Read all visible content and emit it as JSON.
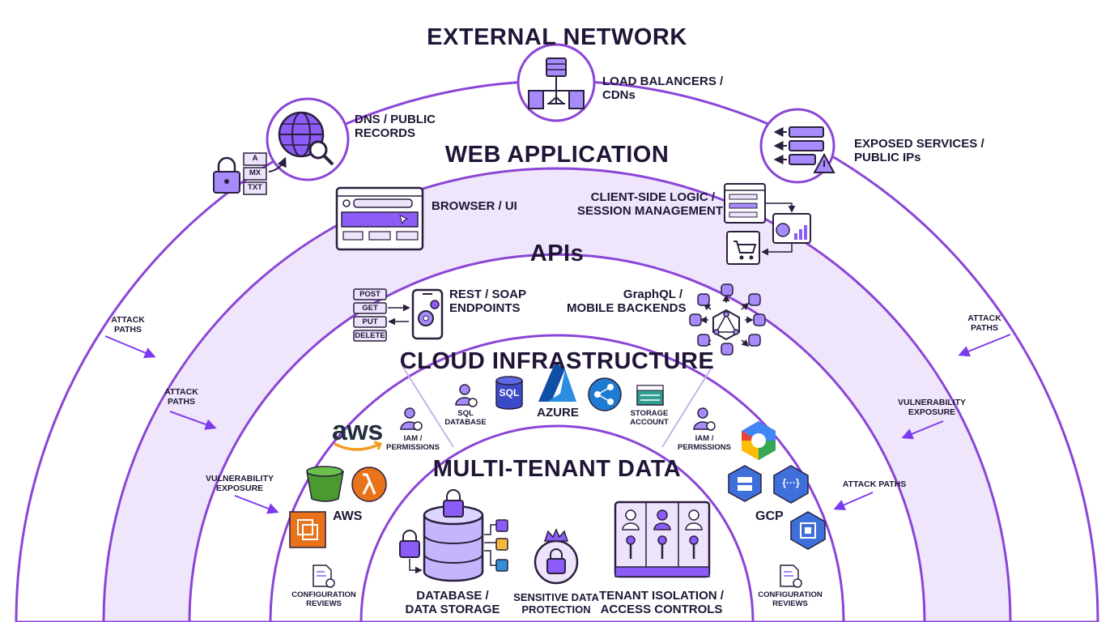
{
  "layers": {
    "external_network": {
      "title": "EXTERNAL NETWORK"
    },
    "web_application": {
      "title": "WEB APPLICATION"
    },
    "apis": {
      "title": "APIs"
    },
    "cloud_infrastructure": {
      "title": "CLOUD INFRASTRUCTURE"
    },
    "multi_tenant_data": {
      "title": "MULTI-TENANT DATA"
    }
  },
  "external": {
    "dns": {
      "line1": "DNS / PUBLIC",
      "line2": "RECORDS",
      "records": [
        "A",
        "MX",
        "TXT"
      ]
    },
    "load_balancers": {
      "line1": "LOAD BALANCERS /",
      "line2": "CDNs"
    },
    "exposed_services": {
      "line1": "EXPOSED SERVICES /",
      "line2": "PUBLIC IPs"
    }
  },
  "web": {
    "browser_ui": "BROWSER / UI",
    "client_side": {
      "line1": "CLIENT-SIDE LOGIC /",
      "line2": "SESSION MANAGEMENT"
    }
  },
  "apis": {
    "methods": [
      "POST",
      "GET",
      "PUT",
      "DELETE"
    ],
    "rest": {
      "line1": "REST / SOAP",
      "line2": "ENDPOINTS"
    },
    "graphql": {
      "line1": "GraphQL /",
      "line2": "MOBILE BACKENDS"
    }
  },
  "cloud": {
    "aws_logo": "aws",
    "aws_label": "AWS",
    "azure_label": "AZURE",
    "gcp_label": "GCP",
    "sql_icon_text": "SQL",
    "sql_database": {
      "line1": "SQL",
      "line2": "DATABASE"
    },
    "storage_account": {
      "line1": "STORAGE",
      "line2": "ACCOUNT"
    },
    "iam_left": {
      "line1": "IAM /",
      "line2": "PERMISSIONS"
    },
    "iam_right": {
      "line1": "IAM /",
      "line2": "PERMISSIONS"
    },
    "config_left": {
      "line1": "CONFIGURATION",
      "line2": "REVIEWS"
    },
    "config_right": {
      "line1": "CONFIGURATION",
      "line2": "REVIEWS"
    },
    "gcp_function_glyph": "{···}"
  },
  "data": {
    "database": {
      "line1": "DATABASE /",
      "line2": "DATA STORAGE"
    },
    "sensitive": {
      "line1": "SENSITIVE DATA",
      "line2": "PROTECTION"
    },
    "tenant": {
      "line1": "TENANT ISOLATION /",
      "line2": "ACCESS CONTROLS"
    }
  },
  "arrows": {
    "attack_paths_1": {
      "line1": "ATTACK",
      "line2": "PATHS"
    },
    "attack_paths_2": {
      "line1": "ATTACK",
      "line2": "PATHS"
    },
    "attack_paths_3": {
      "line1": "ATTACK",
      "line2": "PATHS"
    },
    "attack_paths_4": "ATTACK PATHS",
    "vuln_left": {
      "line1": "VULNERABILITY",
      "line2": "EXPOSURE"
    },
    "vuln_right": {
      "line1": "VULNERABILITY",
      "line2": "EXPOSURE"
    }
  },
  "colors": {
    "purple": "#7c3aed",
    "ring_stroke": "#8b45d6",
    "band_fill": "#ede3fb",
    "icon_fill": "#a78bfa",
    "aws_orange": "#e8731b",
    "azure_blue": "#1f7ad1",
    "gcp_blue": "#3f6fd9"
  }
}
